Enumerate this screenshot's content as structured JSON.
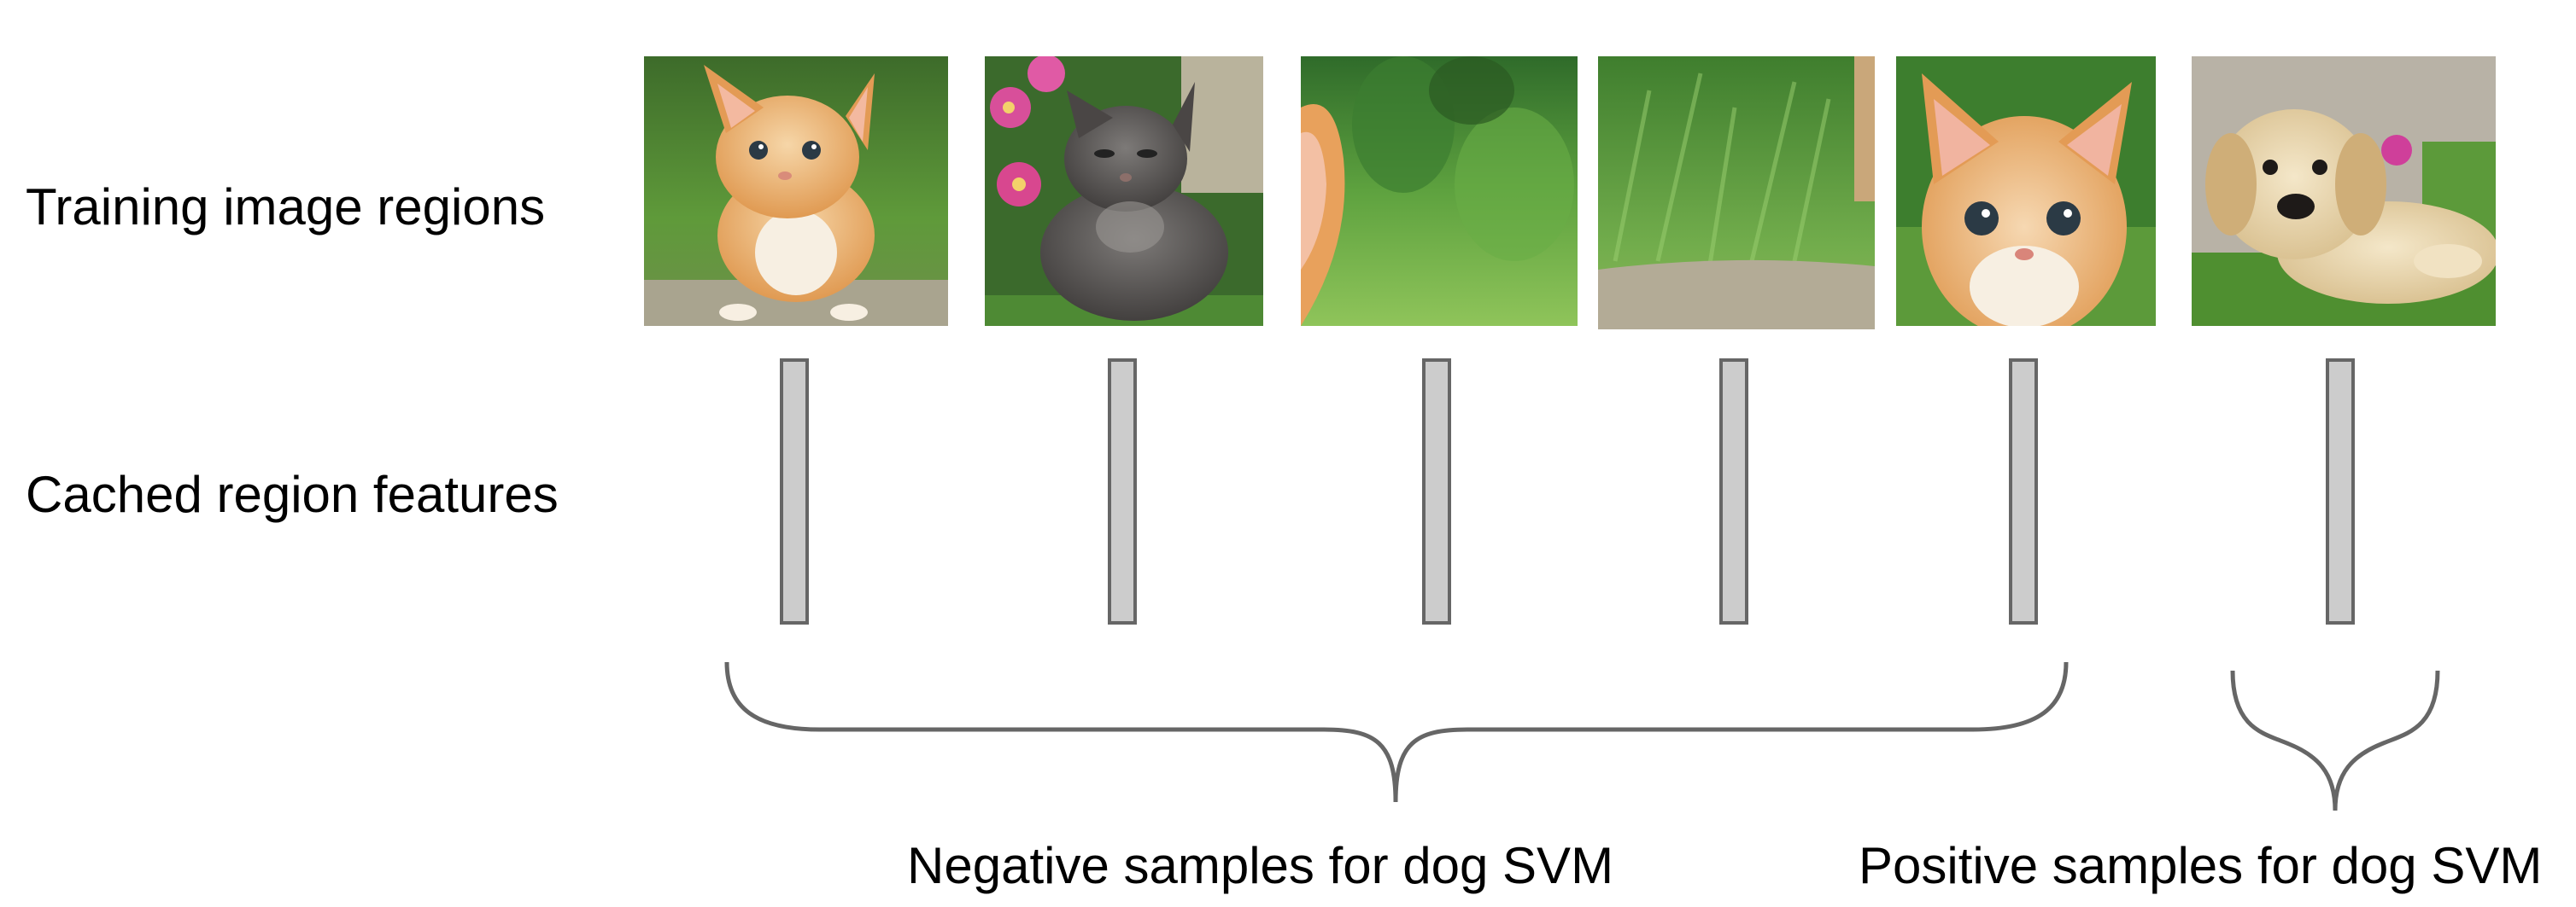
{
  "labels": {
    "training_image_regions": "Training image regions",
    "cached_region_features": "Cached region features"
  },
  "regions": [
    {
      "name": "kitten-sitting-image",
      "subject": "orange kitten on stone in grass",
      "sample": "negative"
    },
    {
      "name": "gray-kitten-flowers-image",
      "subject": "gray kitten with pink flowers",
      "sample": "negative"
    },
    {
      "name": "kitten-ear-grass-image",
      "subject": "partial kitten ear and blurred grass",
      "sample": "negative"
    },
    {
      "name": "grass-stone-image",
      "subject": "grass and stone background",
      "sample": "negative"
    },
    {
      "name": "kitten-face-image",
      "subject": "orange kitten face close-up",
      "sample": "negative"
    },
    {
      "name": "puppy-image",
      "subject": "golden puppy lying in grass",
      "sample": "positive"
    }
  ],
  "captions": {
    "negative": "Negative samples for dog SVM",
    "positive": "Positive samples for dog SVM"
  },
  "colors": {
    "feature_fill": "#cccccc",
    "feature_stroke": "#666666",
    "brace": "#666666"
  }
}
